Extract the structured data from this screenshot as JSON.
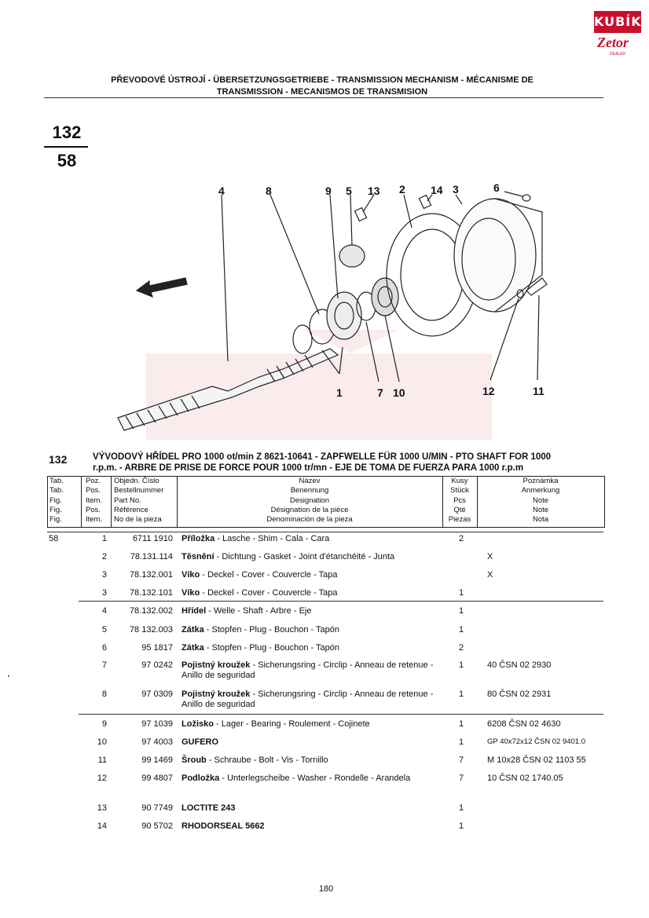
{
  "logo": {
    "brand": "KUBÍK",
    "sub": "Zetor",
    "dealer": "DEALER"
  },
  "header": {
    "line1": "PŘEVODOVÉ ÚSTROJÍ - ÜBERSETZUNGSGETRIEBE - TRANSMISSION MECHANISM - MÉCANISME DE",
    "line2": "TRANSMISSION - MECANISMOS DE TRANSMISION"
  },
  "figure": {
    "numerator": "132",
    "denominator": "58"
  },
  "callouts": {
    "c4": "4",
    "c8": "8",
    "c9": "9",
    "c5": "5",
    "c13": "13",
    "c2": "2",
    "c14": "14",
    "c3": "3",
    "c6": "6",
    "c1": "1",
    "c7": "7",
    "c10": "10",
    "c12": "12",
    "c11": "11"
  },
  "section": {
    "number": "132",
    "desc1": "VÝVODOVÝ HŘÍDEL PRO 1000 ot/min Z 8621-10641 - ZAPFWELLE FÜR 1000 U/MIN - PTO SHAFT FOR 1000",
    "desc2": "r.p.m. - ARBRE DE PRISE DE FORCE POUR 1000 tr/mn - EJE DE TOMA DE FUERZA PARA 1000 r.p.m"
  },
  "table_header": {
    "tab": [
      "Tab.",
      "Tab.",
      "Fig.",
      "Fig.",
      "Fig."
    ],
    "pos": [
      "Poz.",
      "Pos.",
      "Item.",
      "Pos.",
      "Item."
    ],
    "no": [
      "Objedn. Číslo",
      "Bestellnummer",
      "Part No.",
      "Référence",
      "No de la pieza"
    ],
    "name": [
      "Název",
      "Benennung",
      "Designation",
      "Désignation de la pièce",
      "Denominación de la pieza"
    ],
    "qty": [
      "Kusy",
      "Stück",
      "Pcs",
      "Qté",
      "Piezas"
    ],
    "note": [
      "Poznámka",
      "Anmerkung",
      "Note",
      "Note",
      "Nota"
    ]
  },
  "rows": [
    {
      "tab": "58",
      "pos": "1",
      "no": "6711 1910",
      "name_b": "Příložka",
      "name_r": " - Lasche - Shim - Cala - Cara",
      "qty": "2",
      "note": ""
    },
    {
      "tab": "",
      "pos": "2",
      "no": "78.131.114",
      "name_b": "Těsnění",
      "name_r": " - Dichtung - Gasket - Joint d'étanchéité - Junta",
      "qty": "",
      "note": "X"
    },
    {
      "tab": "",
      "pos": "3",
      "no": "78.132.001",
      "name_b": "Víko",
      "name_r": " - Deckel - Cover - Couvercle - Tapa",
      "qty": "",
      "note": "X"
    },
    {
      "tab": "",
      "pos": "3",
      "no": "78.132.101",
      "name_b": "Víko",
      "name_r": " - Deckel - Cover - Couvercle - Tapa",
      "qty": "1",
      "note": ""
    },
    {
      "tab": "",
      "pos": "4",
      "no": "78.132.002",
      "name_b": "Hřídel",
      "name_r": " - Welle - Shaft - Arbre - Eje",
      "qty": "1",
      "note": ""
    },
    {
      "tab": "",
      "pos": "5",
      "no": "78 132.003",
      "name_b": "Zátka",
      "name_r": " - Stopfen - Plug - Bouchon - Tapón",
      "qty": "1",
      "note": ""
    },
    {
      "tab": "",
      "pos": "6",
      "no": "95 1817",
      "name_b": "Zátka",
      "name_r": " - Stopfen - Plug - Bouchon - Tapón",
      "qty": "2",
      "note": ""
    },
    {
      "tab": "",
      "pos": "7",
      "no": "97 0242",
      "name_b": "Pojistný kroužek",
      "name_r": " - Sicherungsring - Circlip - Anneau de retenue - Anillo de seguridad",
      "qty": "1",
      "note": "40 ČSN 02 2930"
    },
    {
      "tab": "",
      "pos": "8",
      "no": "97 0309",
      "name_b": "Pojistný kroužek",
      "name_r": " - Sicherungsring - Circlip - Anneau de retenue - Anillo de seguridad",
      "qty": "1",
      "note": "80 ČSN 02 2931"
    },
    {
      "tab": "",
      "pos": "9",
      "no": "97 1039",
      "name_b": "Ložisko",
      "name_r": " - Lager - Bearing - Roulement - Cojinete",
      "qty": "1",
      "note": "6208 ČSN 02 4630"
    },
    {
      "tab": "",
      "pos": "10",
      "no": "97 4003",
      "name_b": "GUFERO",
      "name_r": "",
      "qty": "1",
      "note": "GP 40x72x12 ČSN 02 9401.0"
    },
    {
      "tab": "",
      "pos": "11",
      "no": "99 1469",
      "name_b": "Šroub",
      "name_r": " - Schraube - Bolt - Vis - Tornillo",
      "qty": "7",
      "note": "M 10x28 ČSN 02 1103 55"
    },
    {
      "tab": "",
      "pos": "12",
      "no": "99 4807",
      "name_b": "Podložka",
      "name_r": " - Unterlegscheibe - Washer - Rondelle - Arandela",
      "qty": "7",
      "note": "10 ČSN 02 1740.05"
    },
    {
      "tab": "",
      "pos": "13",
      "no": "90 7749",
      "name_b": "LOCTITE 243",
      "name_r": "",
      "qty": "1",
      "note": ""
    },
    {
      "tab": "",
      "pos": "14",
      "no": "90 5702",
      "name_b": "RHODORSEAL 5662",
      "name_r": "",
      "qty": "1",
      "note": ""
    }
  ],
  "page_number": "180"
}
